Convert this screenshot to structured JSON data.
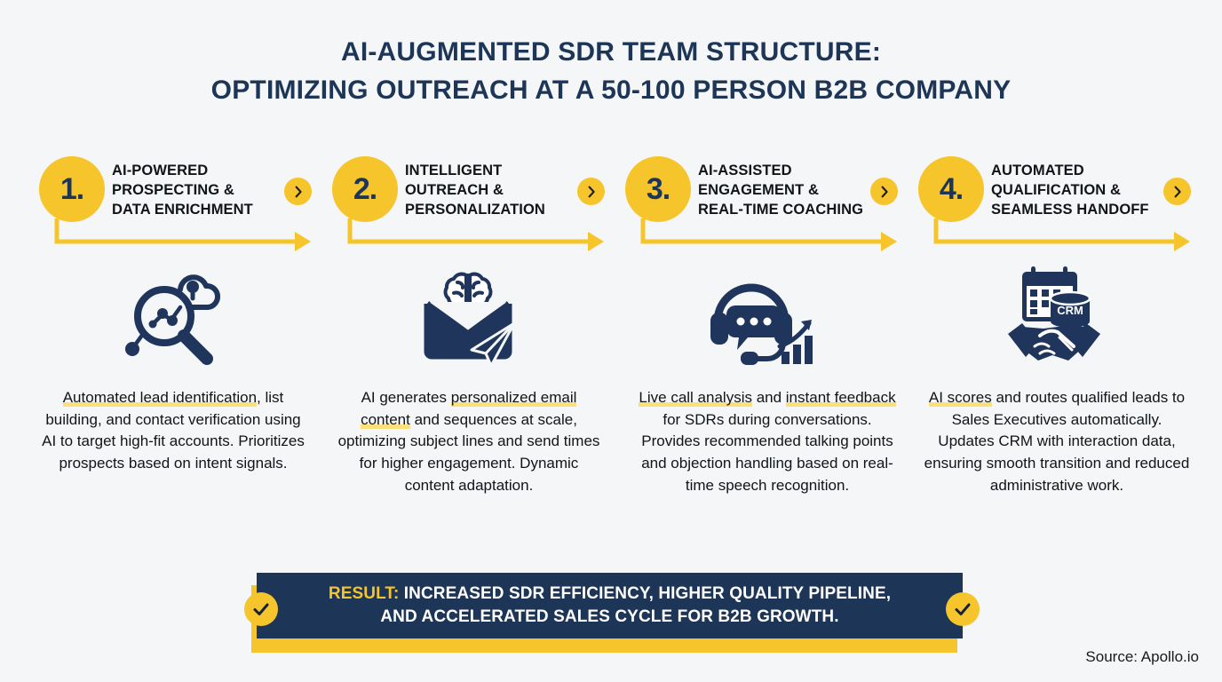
{
  "title": {
    "line1": "AI-AUGMENTED SDR TEAM STRUCTURE:",
    "line2": "OPTIMIZING OUTREACH AT A 50-100 PERSON B2B COMPANY"
  },
  "colors": {
    "background": "#f4f6f7",
    "navy": "#1d3557",
    "yellow": "#f6c52c",
    "highlight": "#fadf7a",
    "text": "#111418"
  },
  "steps": [
    {
      "number": "1.",
      "title_lines": [
        "AI-POWERED",
        "PROSPECTING &",
        "DATA ENRICHMENT"
      ],
      "icon": "magnifier-data-cloud-icon",
      "chevron_icon": "chevron-right-icon",
      "arrow_icon": "flow-arrow-icon",
      "body": {
        "highlight": "Automated lead identification",
        "rest": ", list building, and contact verification using AI to target high-fit accounts. Prioritizes prospects based on intent signals."
      }
    },
    {
      "number": "2.",
      "title_lines": [
        "INTELLIGENT",
        "OUTREACH &",
        "PERSONALIZATION"
      ],
      "icon": "brain-envelope-paperplane-icon",
      "chevron_icon": "chevron-right-icon",
      "arrow_icon": "flow-arrow-icon",
      "body": {
        "pre": "AI generates ",
        "highlight": "personalized email content",
        "rest": " and sequences at scale, optimizing subject lines and send times for higher engagement. Dynamic content adaptation."
      }
    },
    {
      "number": "3.",
      "title_lines": [
        "AI-ASSISTED",
        "ENGAGEMENT &",
        "REAL-TIME COACHING"
      ],
      "icon": "headset-chat-growth-icon",
      "chevron_icon": "chevron-right-icon",
      "arrow_icon": "flow-arrow-icon",
      "body": {
        "highlight": "Live call analysis",
        "mid": " and ",
        "highlight2": "instant feedback",
        "rest": " for SDRs during conversations. Provides recommended talking points and objection handling based on real-time speech recognition."
      }
    },
    {
      "number": "4.",
      "title_lines": [
        "AUTOMATED",
        "QUALIFICATION &",
        "SEAMLESS HANDOFF"
      ],
      "icon": "handshake-calendar-crm-icon",
      "chevron_icon": "chevron-right-icon",
      "arrow_icon": "flow-arrow-icon",
      "body": {
        "highlight": "AI scores",
        "rest": " and routes qualified leads to Sales Executives automatically. Updates CRM with interaction data, ensuring smooth transition and reduced administrative work."
      }
    }
  ],
  "result": {
    "keyword": "RESULT:",
    "line1_rest": " INCREASED SDR EFFICIENCY, HIGHER QUALITY PIPELINE,",
    "line2": "AND ACCELERATED SALES CYCLE FOR B2B GROWTH.",
    "check_icon": "check-icon"
  },
  "source": "Source: Apollo.io"
}
